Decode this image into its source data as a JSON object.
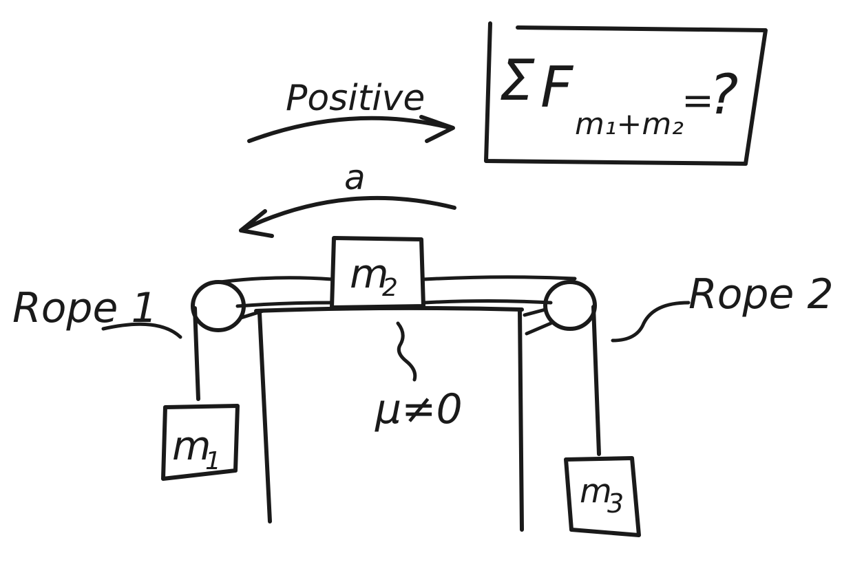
{
  "labels": {
    "positive": "Positive",
    "acceleration": "a",
    "rope1": "Rope 1",
    "rope2": "Rope 2",
    "friction": "μ≠0"
  },
  "blocks": {
    "m1": "m",
    "m1_sub": "1",
    "m2": "m",
    "m2_sub": "2",
    "m3": "m",
    "m3_sub": "3"
  },
  "question": {
    "sigma": "Σ",
    "force": "F",
    "subscript": "m₁+m₂",
    "equals": "=",
    "mark": "?"
  },
  "colors": {
    "ink": "#1a1a1a",
    "background": "#ffffff"
  }
}
